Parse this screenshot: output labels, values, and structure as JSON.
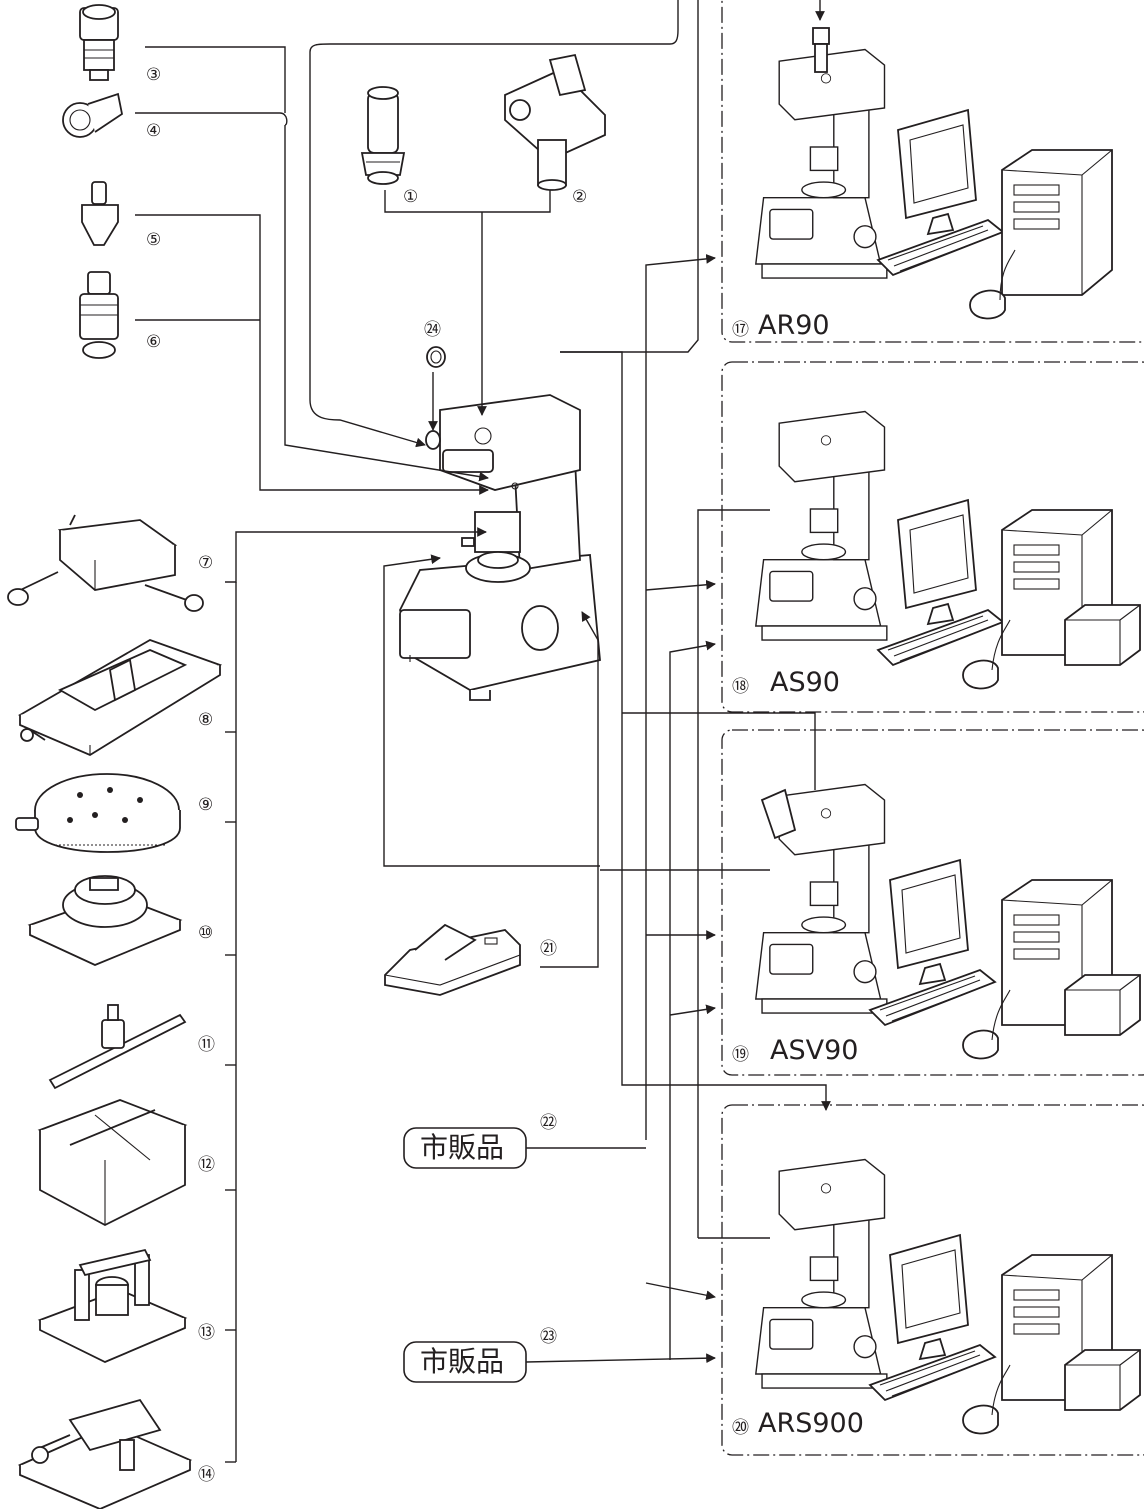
{
  "accessories": {
    "n1": "①",
    "n2": "②",
    "n3": "③",
    "n4": "④",
    "n5": "⑤",
    "n6": "⑥",
    "n7": "⑦",
    "n8": "⑧",
    "n9": "⑨",
    "n10": "⑩",
    "n11": "⑪",
    "n12": "⑫",
    "n13": "⑬",
    "n14": "⑭",
    "n21": "㉑",
    "n22": "㉒",
    "n23": "㉓",
    "n24": "㉔"
  },
  "systems": {
    "ar90": {
      "num": "⑰",
      "model": "AR90"
    },
    "as90": {
      "num": "⑱",
      "model": "AS90"
    },
    "asv90": {
      "num": "⑲",
      "model": "ASV90"
    },
    "ars900": {
      "num": "⑳",
      "model": "ARS900"
    }
  },
  "commercial": {
    "label1": "市販品",
    "label2": "市販品"
  },
  "icons": [
    "eyepiece-icon",
    "objective-icon",
    "indenter-icon",
    "stage-icon",
    "printer-icon",
    "computer-icon",
    "keyboard-icon",
    "mouse-icon",
    "tester-icon"
  ]
}
